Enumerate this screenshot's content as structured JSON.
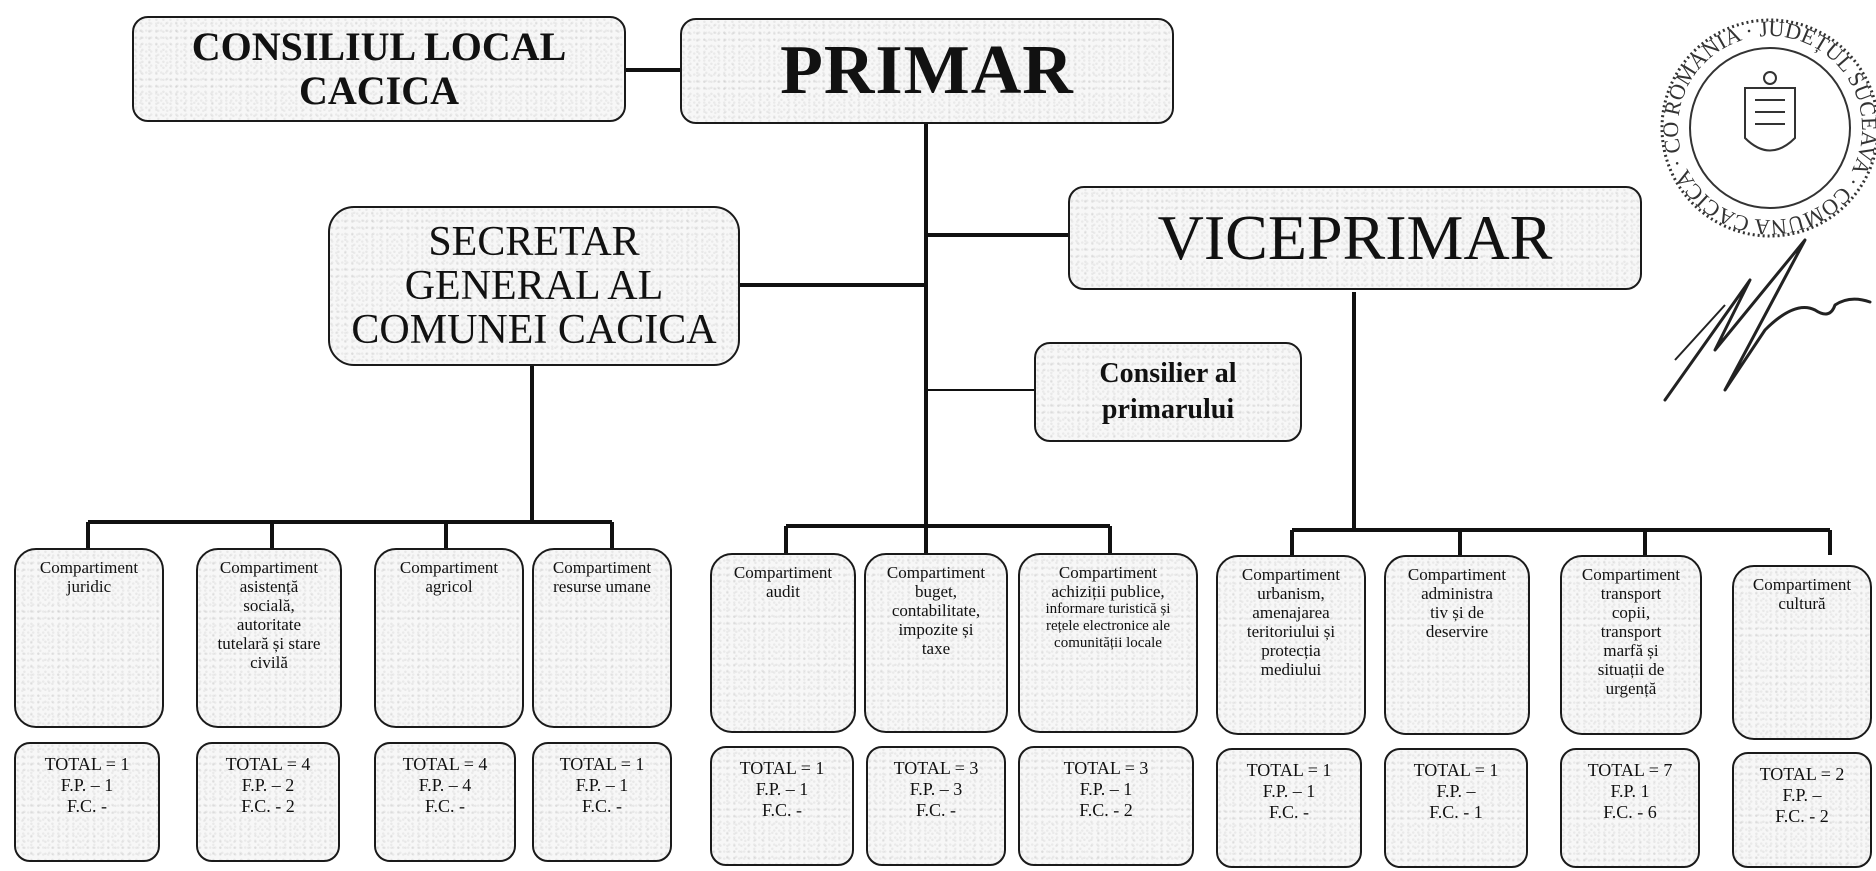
{
  "top": {
    "consiliu": [
      "CONSILIUL LOCAL",
      "CACICA"
    ],
    "primar": "PRIMAR",
    "viceprimar": "VICEPRIMAR",
    "secretar": [
      "SECRETAR",
      "GENERAL AL",
      "COMUNEI CACICA"
    ],
    "consilier": [
      "Consilier al",
      "primarului"
    ]
  },
  "compartimente": [
    {
      "name": [
        "Compartiment",
        "juridic"
      ],
      "total": [
        "TOTAL = 1",
        "F.P. – 1",
        "F.C. -"
      ]
    },
    {
      "name": [
        "Compartiment",
        "asistență",
        "socială,",
        "autoritate",
        "tutelară și stare",
        "civilă"
      ],
      "total": [
        "TOTAL = 4",
        "F.P. – 2",
        "F.C. - 2"
      ]
    },
    {
      "name": [
        "Compartiment",
        "agricol"
      ],
      "total": [
        "TOTAL = 4",
        "F.P. – 4",
        "F.C. -"
      ]
    },
    {
      "name": [
        "Compartiment",
        "resurse umane"
      ],
      "total": [
        "TOTAL = 1",
        "F.P. – 1",
        "F.C. -"
      ]
    },
    {
      "name": [
        "Compartiment",
        "audit"
      ],
      "total": [
        "TOTAL = 1",
        "F.P. – 1",
        "F.C. -"
      ]
    },
    {
      "name": [
        "Compartiment",
        "buget,",
        "contabilitate,",
        "impozite și",
        "taxe"
      ],
      "total": [
        "TOTAL = 3",
        "F.P. – 3",
        "F.C. -"
      ]
    },
    {
      "name": [
        "Compartiment",
        "achiziții publice,",
        "informare turistică și",
        "rețele electronice ale",
        "comunității locale"
      ],
      "total": [
        "TOTAL = 3",
        "F.P. – 1",
        "F.C. - 2"
      ]
    },
    {
      "name": [
        "Compartiment",
        "urbanism,",
        "amenajarea",
        "teritoriului și",
        "protecția",
        "mediului"
      ],
      "total": [
        "TOTAL = 1",
        "F.P. – 1",
        "F.C. -"
      ]
    },
    {
      "name": [
        "Compartiment",
        "administra",
        "tiv și de",
        "deservire"
      ],
      "total": [
        "TOTAL = 1",
        "F.P. –",
        "F.C. - 1"
      ]
    },
    {
      "name": [
        "Compartiment",
        "transport",
        "copii,",
        "transport",
        "marfă și",
        "situații de",
        "urgență"
      ],
      "total": [
        "TOTAL = 7",
        "F.P. 1",
        "F.C. - 6"
      ]
    },
    {
      "name": [
        "Compartiment",
        "cultură"
      ],
      "total": [
        "TOTAL = 2",
        "F.P. –",
        "F.C. - 2"
      ]
    }
  ],
  "stamp": {
    "text": "ROMANIA · JUDEȚUL SUCEAVA · COMUNA CACICA · CONSILIUL LOCAL",
    "color": "#333333"
  }
}
